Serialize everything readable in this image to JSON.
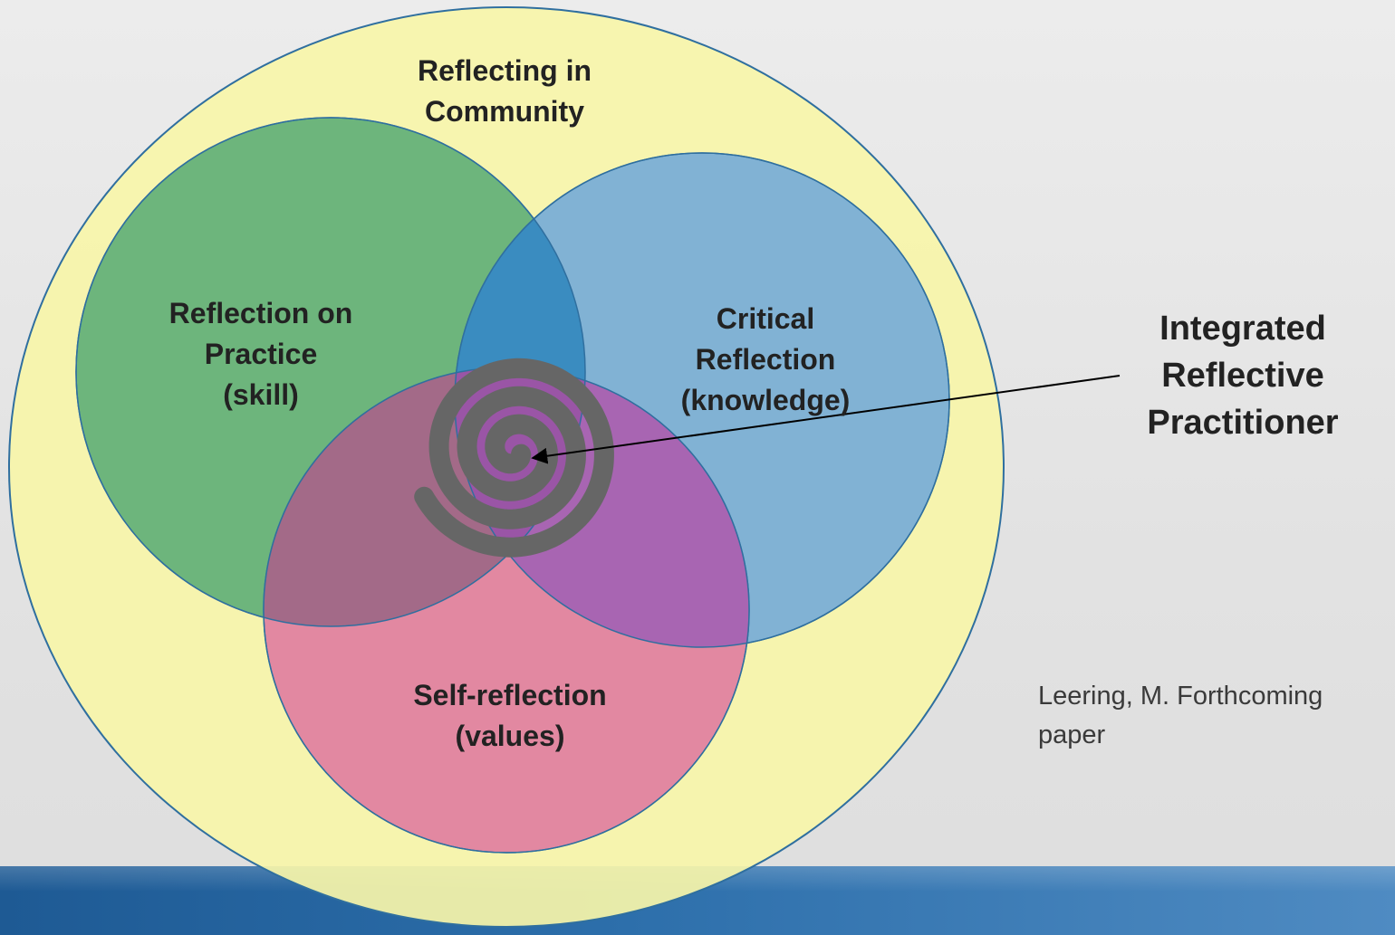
{
  "colors": {
    "community_fill": "#f7f5a9",
    "practice_fill": "#6db57c",
    "critical_fill": "#7aaed6",
    "self_fill": "#e07fa0",
    "outline": "#2f6f9f",
    "spiral": "#666666",
    "footer": "#2d6fab"
  },
  "icons": {
    "spiral": "spiral-icon",
    "arrow": "pointer-arrow"
  },
  "diagram": {
    "community": {
      "line1": "Reflecting in",
      "line2": "Community"
    },
    "practice": {
      "line1": "Reflection on",
      "line2": "Practice",
      "line3": "(skill)"
    },
    "critical": {
      "line1": "Critical",
      "line2": "Reflection",
      "line3": "(knowledge)"
    },
    "self": {
      "line1": "Self-reflection",
      "line2": "(values)"
    },
    "callout": {
      "line1": "Integrated",
      "line2": "Reflective",
      "line3": "Practitioner"
    }
  },
  "citation": {
    "text": "Leering, M.  Forthcoming paper"
  }
}
